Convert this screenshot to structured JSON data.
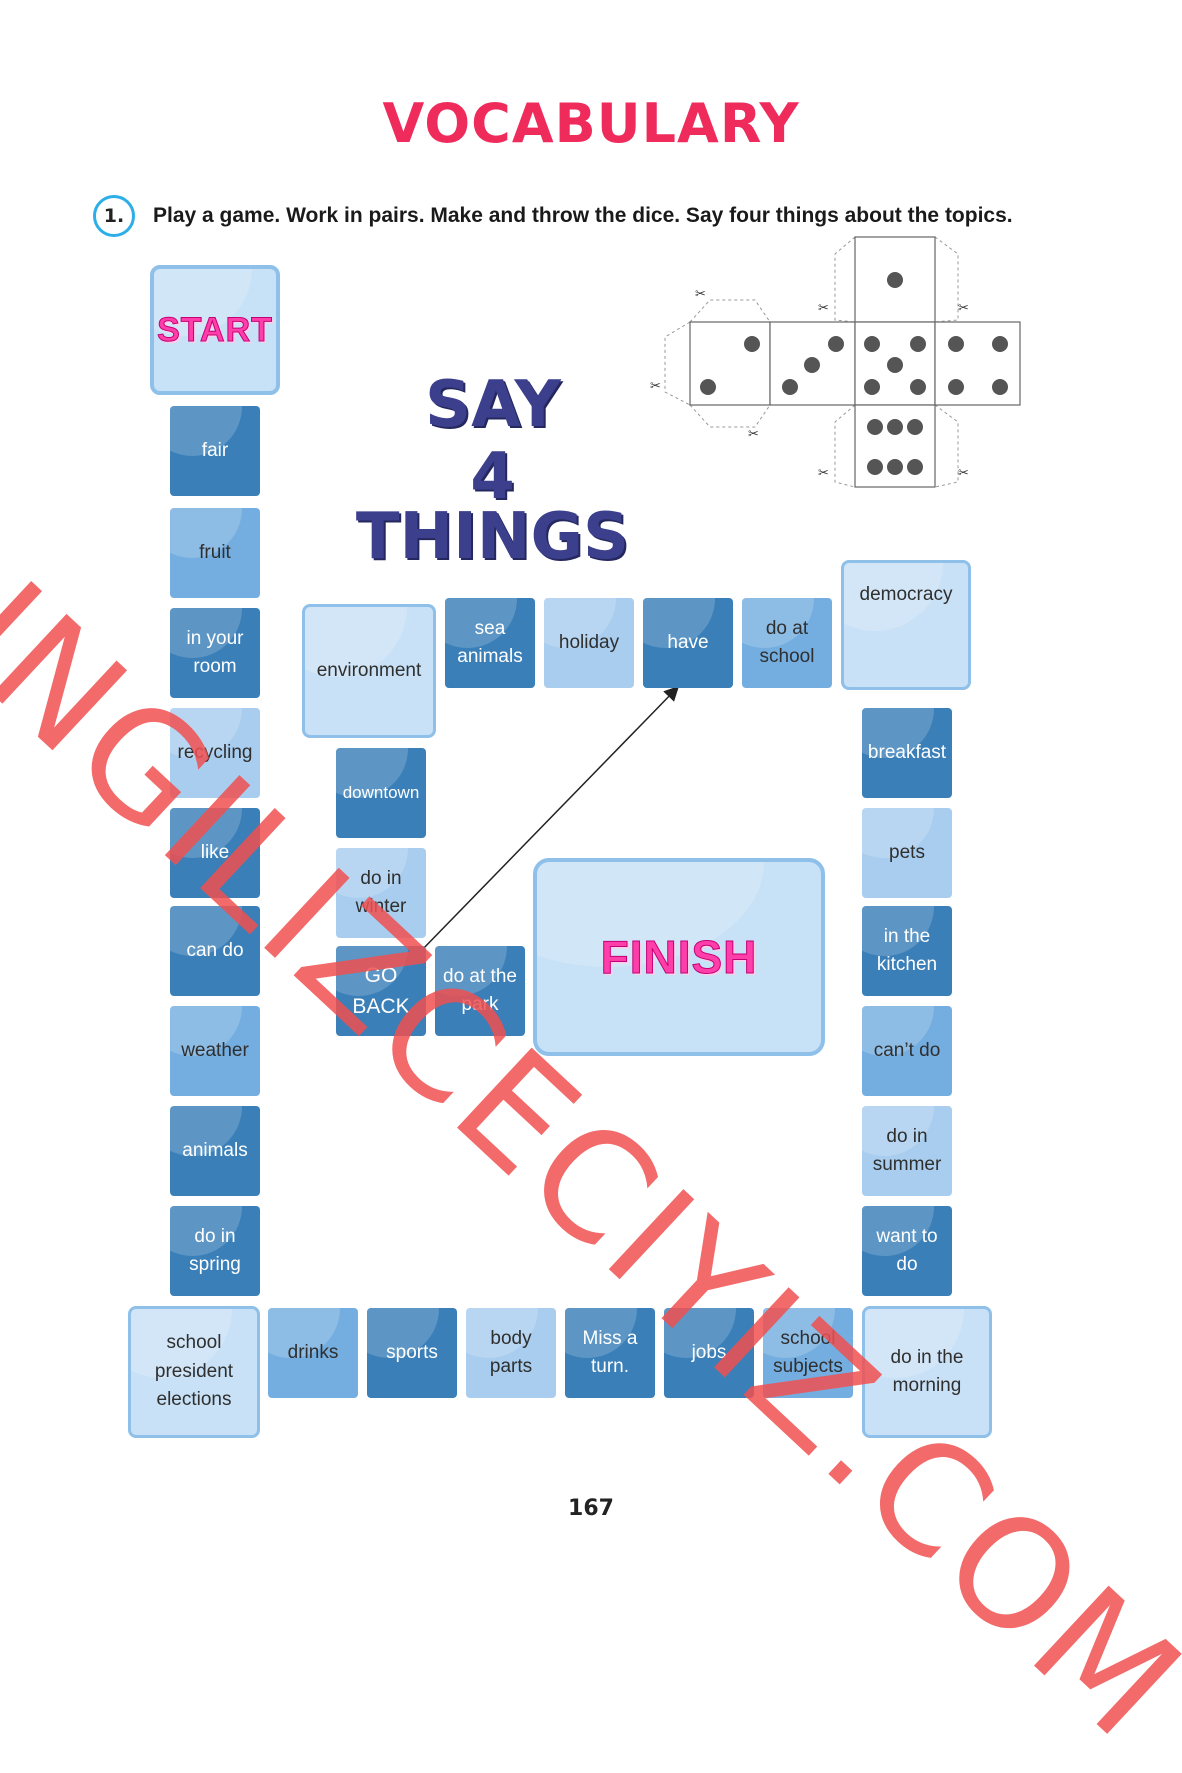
{
  "title": "VOCABULARY",
  "exercise": {
    "number": "1.",
    "instruction": "Play a game. Work in pairs. Make and throw the dice. Say four things about the topics."
  },
  "say": {
    "line1": "SAY",
    "line2": "4",
    "line3": "THINGS"
  },
  "start_label": "START",
  "finish_label": "FINISH",
  "squares": {
    "fair": "fair",
    "fruit": "fruit",
    "in_your_room": "in your room",
    "recycling": "recycling",
    "like": "like",
    "can_do": "can do",
    "weather": "weather",
    "animals": "animals",
    "do_in_spring": "do in spring",
    "school_president_elections": "school president elections",
    "drinks": "drinks",
    "sports": "sports",
    "body_parts": "body parts",
    "miss_a_turn": "Miss a turn.",
    "jobs": "jobs",
    "school_subjects": "school subjects",
    "do_in_the_morning": "do in the morning",
    "want_to_do": "want to do",
    "do_in_summer": "do in summer",
    "cant_do": "can’t do",
    "in_the_kitchen": "in the kitchen",
    "pets": "pets",
    "breakfast": "breakfast",
    "democracy": "democracy",
    "do_at_school": "do at school",
    "have": "have",
    "holiday": "holiday",
    "sea_animals": "sea animals",
    "environment": "environment",
    "downtown": "downtown",
    "do_in_winter": "do in winter",
    "go_back": "GO BACK",
    "do_at_the_park": "do at the park"
  },
  "watermark": "INGILIZCECIYIZ.COM",
  "page_number": "167"
}
